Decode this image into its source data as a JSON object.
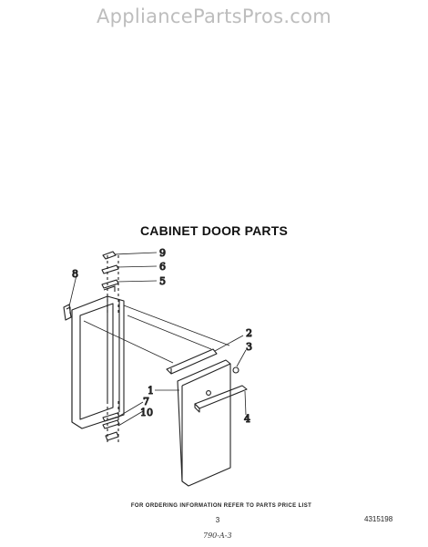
{
  "watermark": "AppliancePartsPros.com",
  "title": "CABINET DOOR PARTS",
  "callouts": [
    "9",
    "6",
    "5",
    "8",
    "2",
    "3",
    "1",
    "7",
    "10",
    "4"
  ],
  "footer": {
    "ordering_note": "FOR ORDERING INFORMATION REFER TO PARTS PRICE LIST",
    "page_number": "3",
    "doc_number": "4315198",
    "handwritten_mark": "790-A-3"
  }
}
